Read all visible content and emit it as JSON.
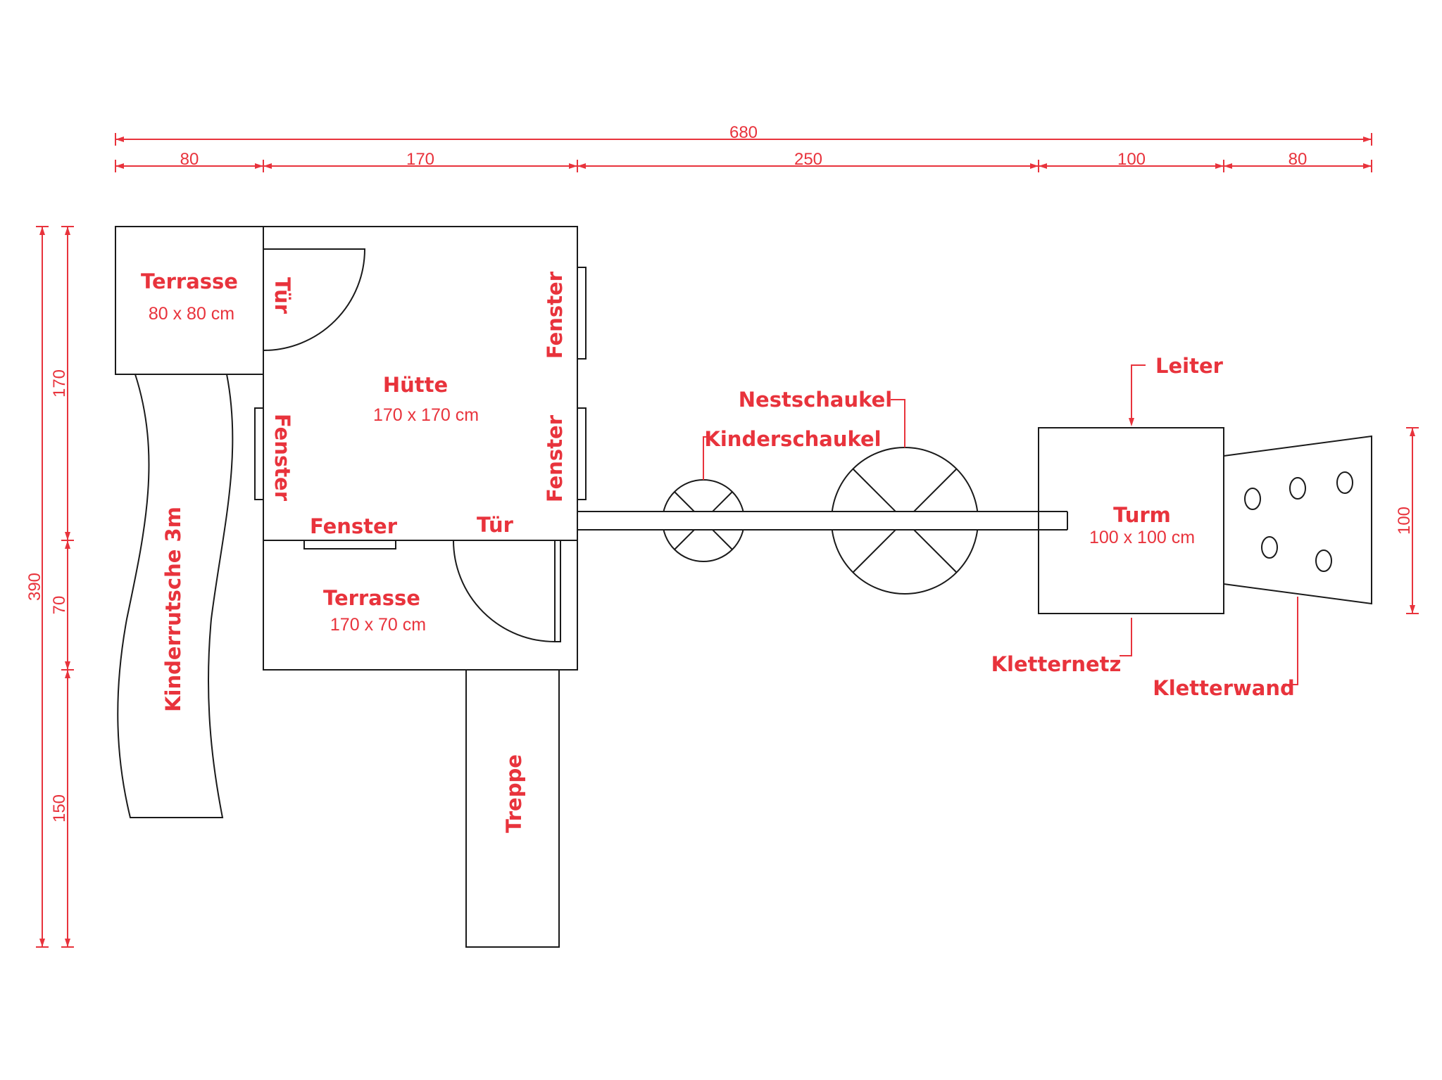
{
  "dimensions": {
    "total_width": "680",
    "seg_terrasse": "80",
    "seg_huette": "170",
    "seg_schaukel": "250",
    "seg_turm": "100",
    "seg_kletterwand": "80",
    "total_height": "390",
    "h_huette": "170",
    "h_terrasse": "70",
    "h_treppe": "150",
    "h_kletterwand": "100"
  },
  "labels": {
    "terrasse_top": "Terrasse",
    "terrasse_top_size": "80 x 80 cm",
    "tuer_top": "Tür",
    "huette": "Hütte",
    "huette_size": "170 x 170 cm",
    "fenster_right_top": "Fenster",
    "fenster_right_bottom": "Fenster",
    "fenster_left": "Fenster",
    "fenster_bottom": "Fenster",
    "tuer_bottom": "Tür",
    "terrasse_bottom": "Terrasse",
    "terrasse_bottom_size": "170 x 70 cm",
    "treppe": "Treppe",
    "rutsche": "Kinderrutsche 3m",
    "nestschaukel": "Nestschaukel",
    "kinderschaukel": "Kinderschaukel",
    "leiter": "Leiter",
    "turm": "Turm",
    "turm_size": "100 x 100 cm",
    "kletternetz": "Kletternetz",
    "kletterwand": "Kletterwand"
  },
  "colors": {
    "annotation": "#e8333c",
    "outline": "#1a1a1a"
  }
}
